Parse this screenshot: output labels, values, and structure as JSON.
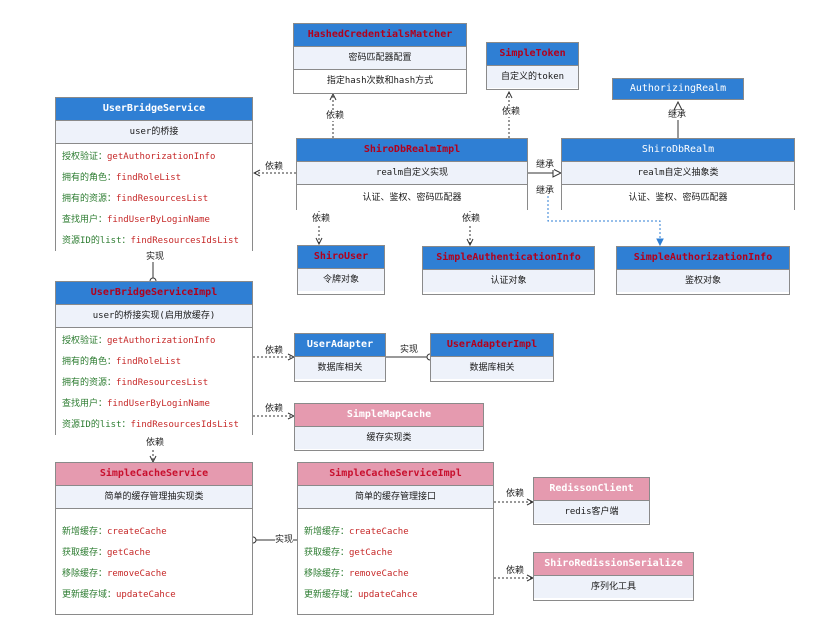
{
  "boxes": {
    "hashed": {
      "title": "HashedCredentialsMatcher",
      "rows": [
        "密码匹配器配置",
        "指定hash次数和hash方式"
      ]
    },
    "simple_token": {
      "title": "SimpleToken",
      "rows": [
        "自定义的token"
      ]
    },
    "authorizing_realm": {
      "title": "AuthorizingRealm"
    },
    "user_bridge_service": {
      "title": "UserBridgeService",
      "subtitle": "user的桥接",
      "methods": [
        {
          "k": "授权验证：",
          "v": "getAuthorizationInfo"
        },
        {
          "k": "拥有的角色：",
          "v": "findRoleList"
        },
        {
          "k": "拥有的资源：",
          "v": "findResourcesList"
        },
        {
          "k": "查找用户：",
          "v": "findUserByLoginName"
        },
        {
          "k": "资源ID的list：",
          "v": "findResourcesIdsList"
        }
      ]
    },
    "shiro_db_realm_impl": {
      "title": "ShiroDbRealmImpl",
      "rows": [
        "realm自定义实现",
        "认证、鉴权、密码匹配器"
      ]
    },
    "shiro_db_realm": {
      "title": "ShiroDbRealm",
      "rows": [
        "realm自定义抽象类",
        "认证、鉴权、密码匹配器"
      ]
    },
    "shiro_user": {
      "title": "ShiroUser",
      "rows": [
        "令牌对象"
      ]
    },
    "simple_authentication_info": {
      "title": "SimpleAuthenticationInfo",
      "rows": [
        "认证对象"
      ]
    },
    "simple_authorization_info": {
      "title": "SimpleAuthorizationInfo",
      "rows": [
        "鉴权对象"
      ]
    },
    "user_bridge_service_impl": {
      "title": "UserBridgeServiceImpl",
      "subtitle": "user的桥接实现(启用放缓存)",
      "methods": [
        {
          "k": "授权验证：",
          "v": "getAuthorizationInfo"
        },
        {
          "k": "拥有的角色：",
          "v": "findRoleList"
        },
        {
          "k": "拥有的资源：",
          "v": "findResourcesList"
        },
        {
          "k": "查找用户：",
          "v": "findUserByLoginName"
        },
        {
          "k": "资源ID的list：",
          "v": "findResourcesIdsList"
        }
      ]
    },
    "user_adapter": {
      "title": "UserAdapter",
      "rows": [
        "数据库相关"
      ]
    },
    "user_adapter_impl": {
      "title": "UserAdapterImpl",
      "rows": [
        "数据库相关"
      ]
    },
    "simple_map_cache": {
      "title": "SimpleMapCache",
      "rows": [
        "缓存实现类"
      ]
    },
    "simple_cache_service": {
      "title": "SimpleCacheService",
      "subtitle": "简单的缓存管理抽实现类",
      "methods": [
        {
          "k": "新增缓存：",
          "v": "createCache"
        },
        {
          "k": "获取缓存：",
          "v": "getCache"
        },
        {
          "k": "移除缓存：",
          "v": "removeCache"
        },
        {
          "k": "更新缓存域：",
          "v": "updateCahce"
        }
      ]
    },
    "simple_cache_service_impl": {
      "title": "SimpleCacheServiceImpl",
      "subtitle": "简单的缓存管理接口",
      "methods": [
        {
          "k": "新增缓存：",
          "v": "createCache"
        },
        {
          "k": "获取缓存：",
          "v": "getCache"
        },
        {
          "k": "移除缓存：",
          "v": "removeCache"
        },
        {
          "k": "更新缓存域：",
          "v": "updateCahce"
        }
      ]
    },
    "redisson_client": {
      "title": "RedissonClient",
      "rows": [
        "redis客户端"
      ]
    },
    "shiro_redission_serialize": {
      "title": "ShiroRedissionSerialize",
      "rows": [
        "序列化工具"
      ]
    }
  },
  "edge_labels": {
    "depend": "依赖",
    "inherit": "继承",
    "implement": "实现"
  }
}
